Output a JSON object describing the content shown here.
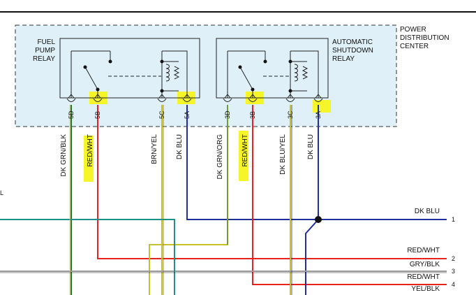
{
  "pdc": {
    "title_lines": [
      "POWER",
      "DISTRIBUTION",
      "CENTER"
    ]
  },
  "relays": [
    {
      "label_lines": [
        "FUEL",
        "PUMP",
        "RELAY"
      ]
    },
    {
      "label_lines": [
        "AUTOMATIC",
        "SHUTDOWN",
        "RELAY"
      ]
    }
  ],
  "terminals": [
    "5D",
    "5B",
    "5C",
    "5A",
    "3D",
    "3B",
    "3C",
    "3A"
  ],
  "wire_colors": [
    "DK GRN/BLK",
    "RED/WHT",
    "BRN/YEL",
    "DK BLU",
    "DK GRN/ORG",
    "RED/WHT",
    "DK BLU/YEL",
    "DK BLU"
  ],
  "edge_fragment": "L",
  "right_wires": [
    {
      "label": "DK BLU",
      "number": "1"
    },
    {
      "label": "RED/WHT",
      "number": "2"
    },
    {
      "label": "GRY/BLK",
      "number": "3"
    },
    {
      "label": "RED/WHT",
      "number": "4"
    },
    {
      "label": "YEL/BLK",
      "number": ""
    }
  ],
  "colors": {
    "box_fill": "#dff0f8",
    "highlight": "#f5f52a",
    "dk_blu": "#1f2f9c",
    "red": "#e8231e",
    "green": "#1b7a2e",
    "teal": "#1f8f8a",
    "yellow": "#c8c22a",
    "gray": "#9a9a9a"
  }
}
